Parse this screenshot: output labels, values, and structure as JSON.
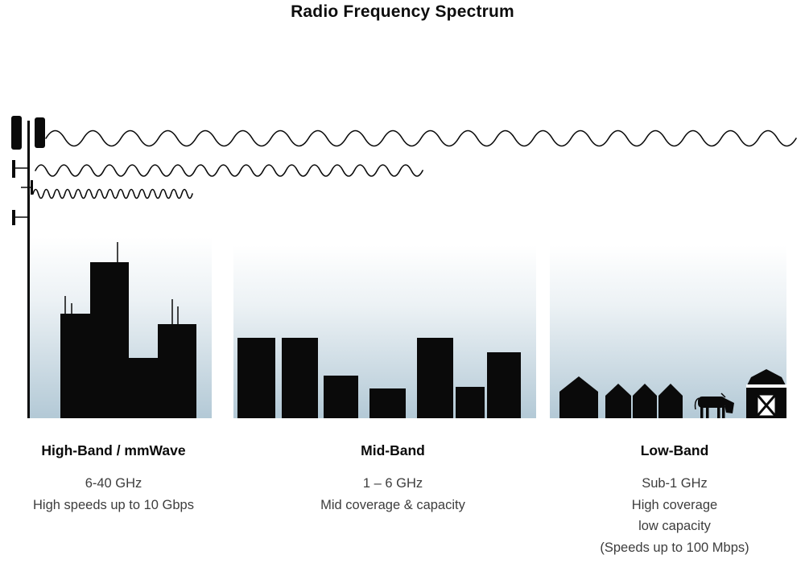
{
  "title": "Radio Frequency Spectrum",
  "bands": [
    {
      "id": "high-band",
      "label": "High-Band / mmWave",
      "frequency": "6-40 GHz",
      "lines": [
        "High speeds up to 10 Gbps"
      ]
    },
    {
      "id": "mid-band",
      "label": "Mid-Band",
      "frequency": "1 – 6 GHz",
      "lines": [
        "Mid coverage & capacity"
      ]
    },
    {
      "id": "low-band",
      "label": "Low-Band",
      "frequency": "Sub-1 GHz",
      "lines": [
        "High coverage",
        "low capacity",
        "(Speeds up to 100 Mbps)"
      ]
    }
  ],
  "illustration": {
    "tower_icon": "cell-tower",
    "waves": [
      {
        "band": "low",
        "wavelength": "long",
        "reach": "full-width"
      },
      {
        "band": "mid",
        "wavelength": "medium",
        "reach": "half-width"
      },
      {
        "band": "high",
        "wavelength": "short",
        "reach": "short"
      }
    ],
    "scenes": [
      "city-skyline",
      "mid-rise-buildings",
      "rural-houses-cow-barn"
    ]
  },
  "colors": {
    "ink": "#0a0a0a",
    "secondary_text": "#3d3d3d",
    "gradient_bottom": "#b3c9d6"
  }
}
